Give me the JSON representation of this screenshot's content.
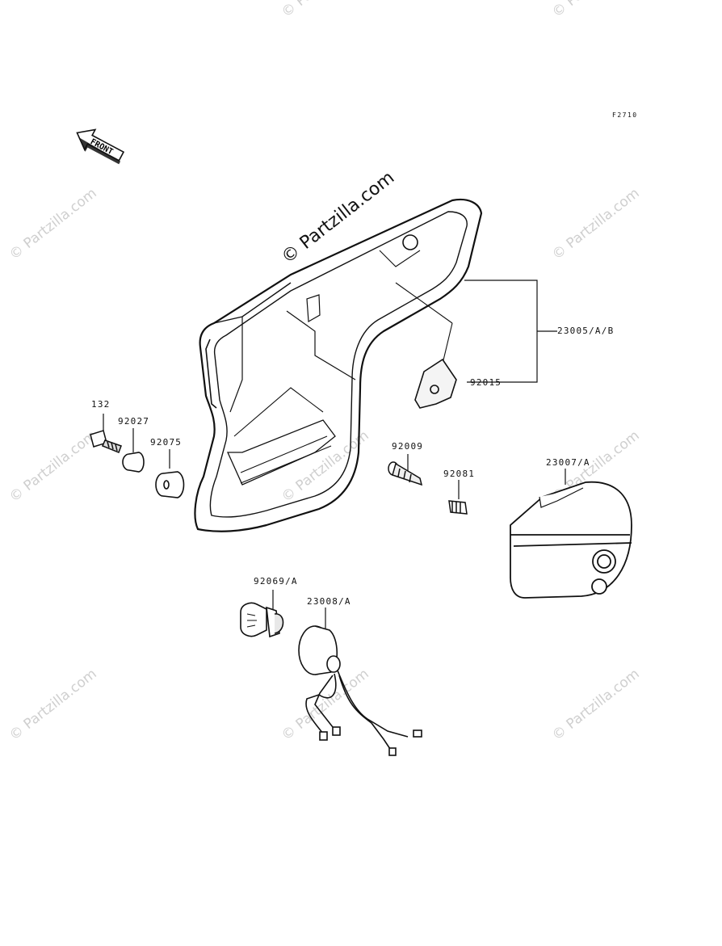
{
  "diagram_code": "F2710",
  "front_label": "FRONT",
  "watermark_main": "© Partzilla.com",
  "watermark_repeat": "© Partzilla.com",
  "parts": [
    {
      "id": "p-23005",
      "label": "23005/A/B"
    },
    {
      "id": "p-92015",
      "label": "92015"
    },
    {
      "id": "p-132",
      "label": "132"
    },
    {
      "id": "p-92027",
      "label": "92027"
    },
    {
      "id": "p-92075",
      "label": "92075"
    },
    {
      "id": "p-92009",
      "label": "92009"
    },
    {
      "id": "p-92081",
      "label": "92081"
    },
    {
      "id": "p-23007",
      "label": "23007/A"
    },
    {
      "id": "p-92069",
      "label": "92069/A"
    },
    {
      "id": "p-23008",
      "label": "23008/A"
    }
  ]
}
